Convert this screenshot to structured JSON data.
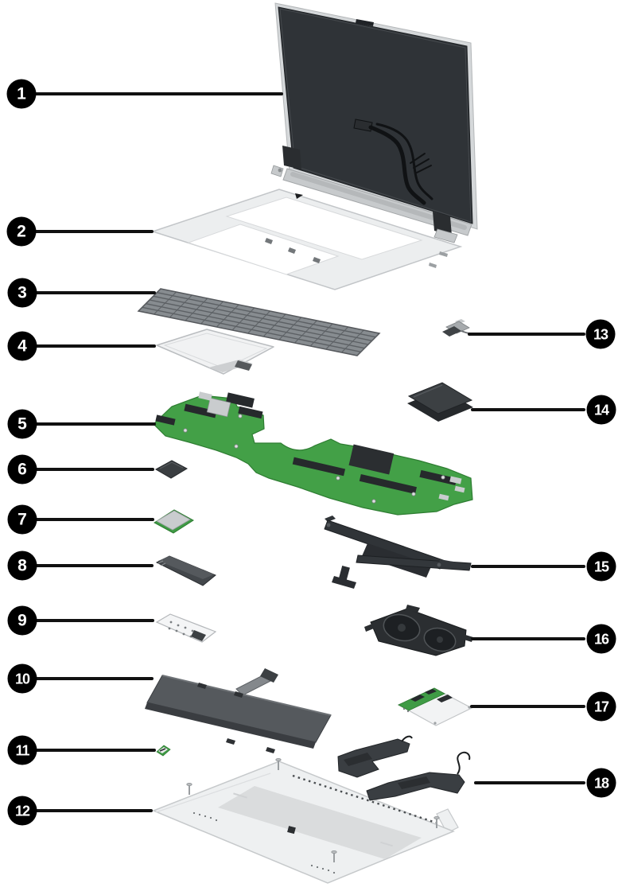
{
  "figure": {
    "type": "exploded-parts-diagram",
    "subject": "laptop-components",
    "background_color": "#ffffff",
    "callout_style": {
      "badge_color": "#000000",
      "number_color": "#ffffff",
      "line_color": "#111111"
    },
    "accent_colors": {
      "circuit_board_green": "#43a047",
      "metal_silver": "#eceeef",
      "dark_component": "#33373a"
    },
    "callouts": [
      {
        "number": "1",
        "part": "display-assembly"
      },
      {
        "number": "2",
        "part": "top-cover"
      },
      {
        "number": "3",
        "part": "keyboard"
      },
      {
        "number": "4",
        "part": "touchpad"
      },
      {
        "number": "5",
        "part": "system-board"
      },
      {
        "number": "6",
        "part": "chip-module"
      },
      {
        "number": "7",
        "part": "wireless-module"
      },
      {
        "number": "8",
        "part": "solid-state-drive"
      },
      {
        "number": "9",
        "part": "drive-bracket"
      },
      {
        "number": "10",
        "part": "battery"
      },
      {
        "number": "11",
        "part": "sensor-board"
      },
      {
        "number": "12",
        "part": "bottom-cover"
      },
      {
        "number": "13",
        "part": "power-connector-cable"
      },
      {
        "number": "14",
        "part": "shield-plates"
      },
      {
        "number": "15",
        "part": "heat-sink"
      },
      {
        "number": "16",
        "part": "fan-assembly"
      },
      {
        "number": "17",
        "part": "card-reader-board"
      },
      {
        "number": "18",
        "part": "speakers"
      }
    ]
  }
}
